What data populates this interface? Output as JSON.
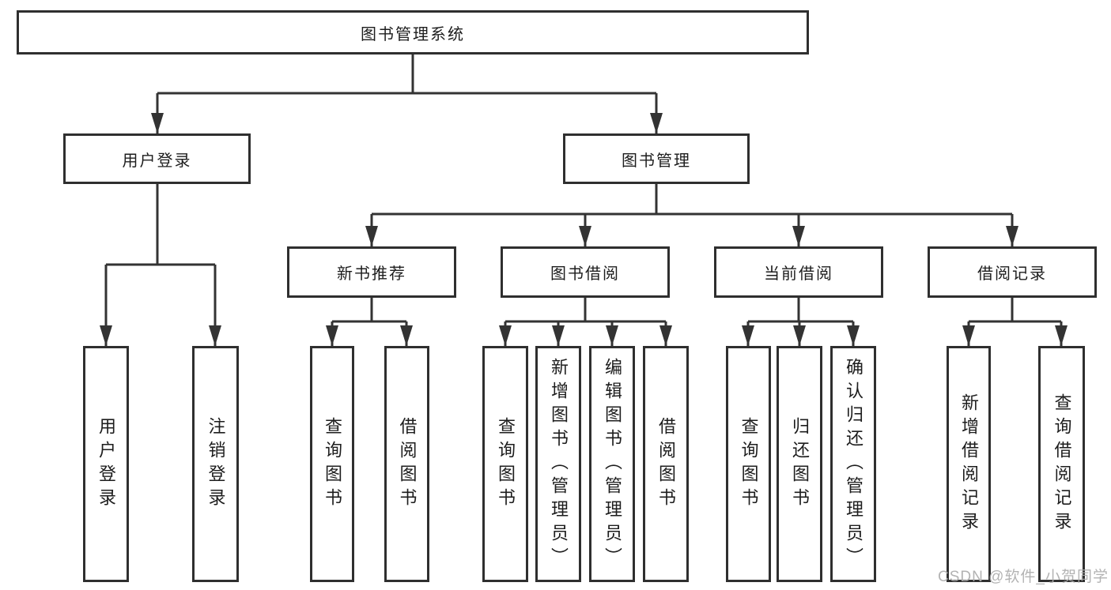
{
  "diagram": {
    "type": "tree",
    "title": "图书管理系统",
    "nodes": {
      "root": "图书管理系统",
      "user_login": "用户登录",
      "book_mgmt": "图书管理",
      "new_book_rec": "新书推荐",
      "book_borrow": "图书借阅",
      "current_borrow": "当前借阅",
      "borrow_record": "借阅记录",
      "leaf_user_login": "用户登录",
      "leaf_logout": "注销登录",
      "leaf_nbr_query": "查询图书",
      "leaf_nbr_borrow": "借阅图书",
      "leaf_bb_query": "查询图书",
      "leaf_bb_add": "新增图书（管理员）",
      "leaf_bb_edit": "编辑图书（管理员）",
      "leaf_bb_borrow": "借阅图书",
      "leaf_cb_query": "查询图书",
      "leaf_cb_return": "归还图书",
      "leaf_cb_confirm": "确认归还（管理员）",
      "leaf_br_add": "新增借阅记录",
      "leaf_br_query": "查询借阅记录"
    },
    "edges": [
      [
        "root",
        "user_login"
      ],
      [
        "root",
        "book_mgmt"
      ],
      [
        "user_login",
        "leaf_user_login"
      ],
      [
        "user_login",
        "leaf_logout"
      ],
      [
        "book_mgmt",
        "new_book_rec"
      ],
      [
        "book_mgmt",
        "book_borrow"
      ],
      [
        "book_mgmt",
        "current_borrow"
      ],
      [
        "book_mgmt",
        "borrow_record"
      ],
      [
        "new_book_rec",
        "leaf_nbr_query"
      ],
      [
        "new_book_rec",
        "leaf_nbr_borrow"
      ],
      [
        "book_borrow",
        "leaf_bb_query"
      ],
      [
        "book_borrow",
        "leaf_bb_add"
      ],
      [
        "book_borrow",
        "leaf_bb_edit"
      ],
      [
        "book_borrow",
        "leaf_bb_borrow"
      ],
      [
        "current_borrow",
        "leaf_cb_query"
      ],
      [
        "current_borrow",
        "leaf_cb_return"
      ],
      [
        "current_borrow",
        "leaf_cb_confirm"
      ],
      [
        "borrow_record",
        "leaf_br_add"
      ],
      [
        "borrow_record",
        "leaf_br_query"
      ]
    ]
  },
  "watermark": {
    "text": "CSDN @软件_小贺同学",
    "color": "#acacac"
  },
  "colors": {
    "line": "#333333",
    "box_border": "#2f2f2f",
    "text": "#1d1d1d",
    "background": "#ffffff"
  }
}
